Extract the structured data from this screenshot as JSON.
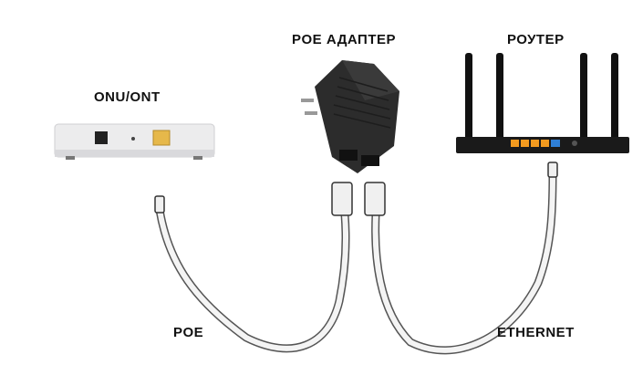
{
  "labels": {
    "onu": "ONU/ONT",
    "adapter": "POE АДАПТЕР",
    "router": "РОУТЕР",
    "poe_cable": "POE",
    "ethernet_cable": "ETHERNET"
  },
  "colors": {
    "onu_body": "#e9e9ea",
    "adapter_body": "#2b2b2b",
    "router_body": "#1a1a1a",
    "lan_ports": "#f29a1f",
    "wan_port": "#2f7fd6",
    "cable": "#f4f4f4"
  }
}
